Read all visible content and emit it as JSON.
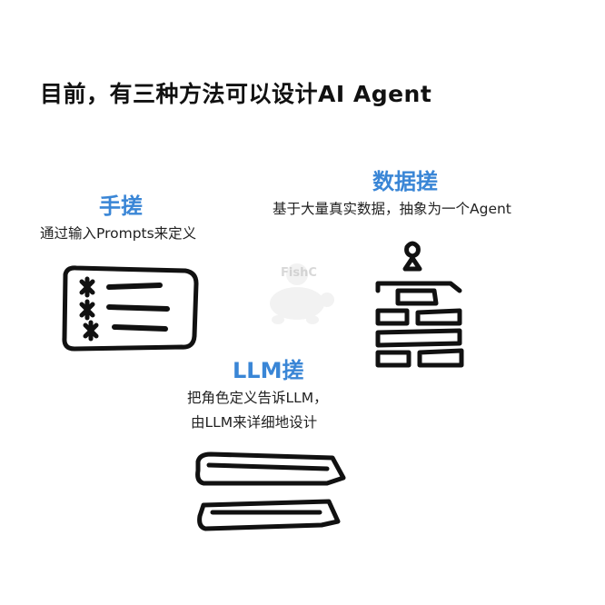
{
  "title": "目前，有三种方法可以设计AI Agent",
  "methods": [
    {
      "title": "手搓",
      "desc_lines": [
        "通过输入Prompts来定义"
      ]
    },
    {
      "title": "数据搓",
      "desc_lines": [
        "基于大量真实数据，抽象为一个Agent"
      ]
    },
    {
      "title": "LLM搓",
      "desc_lines": [
        "把角色定义告诉LLM，",
        "由LLM来详细地设计"
      ]
    }
  ],
  "watermark": "FishC",
  "colors": {
    "accent": "#3a86d6",
    "text": "#111111",
    "ink": "#111111"
  }
}
